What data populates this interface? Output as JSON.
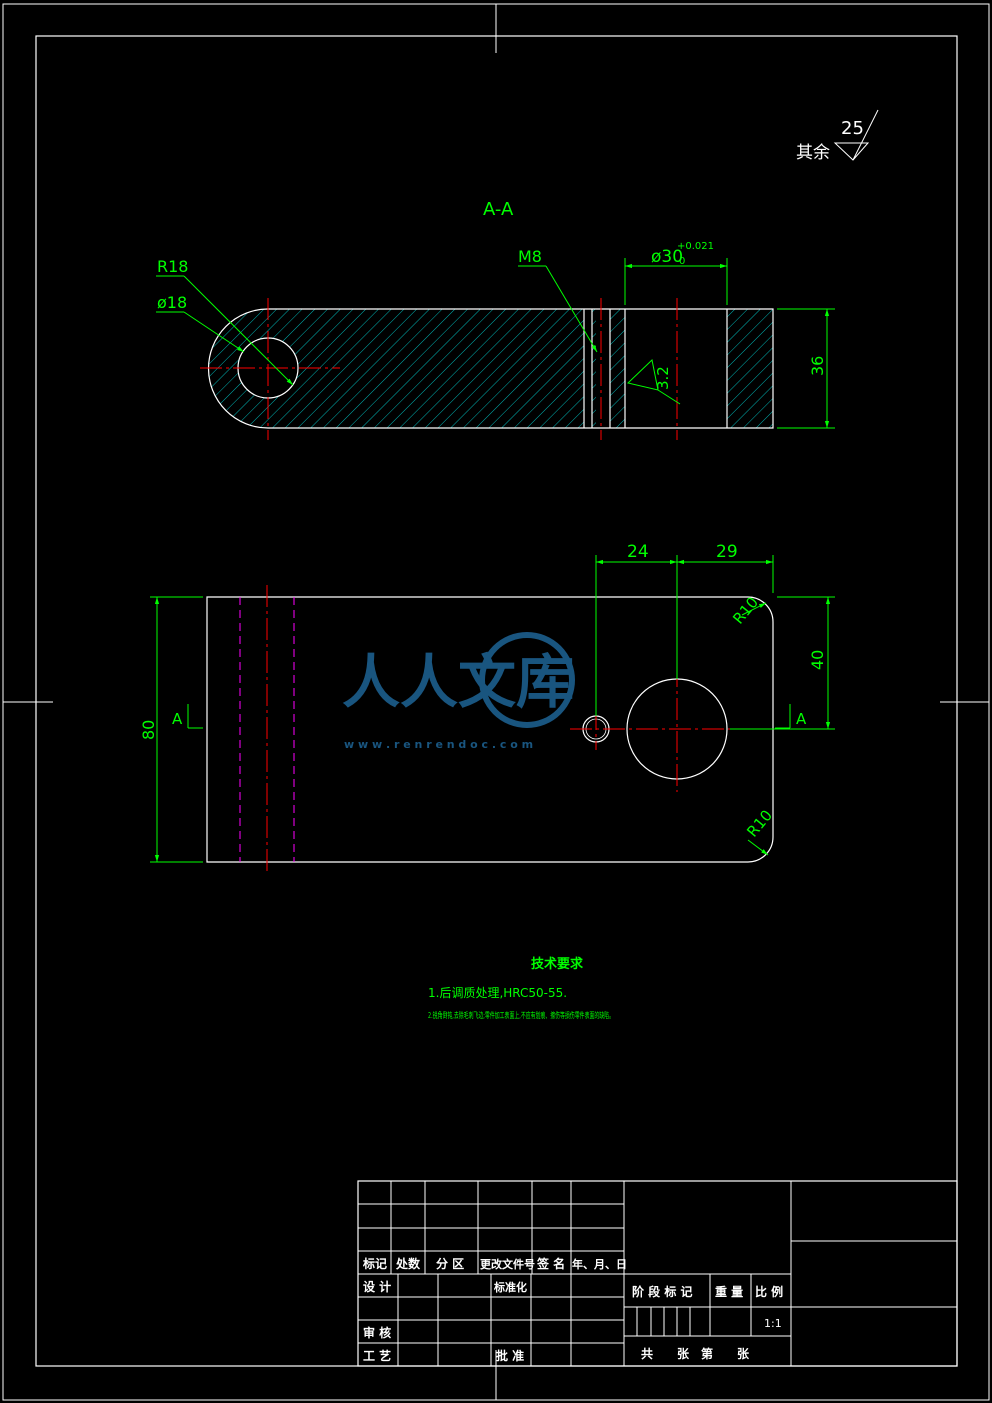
{
  "colors": {
    "background": "#000000",
    "outline": "#ffffff",
    "centerline": "#ff0000",
    "dimension": "#00ff00",
    "hatch": "#00c8c8",
    "hidden": "#ff00ff",
    "watermark": "#1e6496"
  },
  "header": {
    "roughness_prefix": "其余",
    "roughness_value": "25"
  },
  "section_view": {
    "title": "A-A",
    "r18": "R18",
    "phi18": "ø18",
    "m8": "M8",
    "phi30": "ø30",
    "phi30_tol_upper": "+0.021",
    "phi30_tol_lower": "0",
    "roughness_32": "3.2",
    "dim_36": "36"
  },
  "plan_view": {
    "dim_24": "24",
    "dim_29": "29",
    "dim_40": "40",
    "dim_80": "80",
    "r10_top": "R10",
    "r10_bottom": "R10",
    "section_mark_left": "A",
    "section_mark_right": "A"
  },
  "watermark": {
    "text": "人人文库",
    "url": "w w w . r e n r e n d o c . c o m"
  },
  "tech_requirements": {
    "title": "技术要求",
    "line1": "1.后调质处理,HRC50-55.",
    "line2": "2.锐角倒钝,去除毛刺飞边;零件加工表面上,不应有划痕、擦伤等损伤零件表面的缺陷。"
  },
  "title_block": {
    "col_mark": "标记",
    "col_count": "处数",
    "col_zone": "分 区",
    "col_doc": "更改文件号",
    "col_sign": "签 名",
    "col_date": "年、月、日",
    "design": "设 计",
    "standardize": "标准化",
    "review": "审 核",
    "process": "工 艺",
    "approve": "批 准",
    "stage_mark": "阶 段 标 记",
    "weight": "重 量",
    "scale": "比 例",
    "scale_value": "1:1",
    "sheets": "共　　张　第　　张"
  }
}
